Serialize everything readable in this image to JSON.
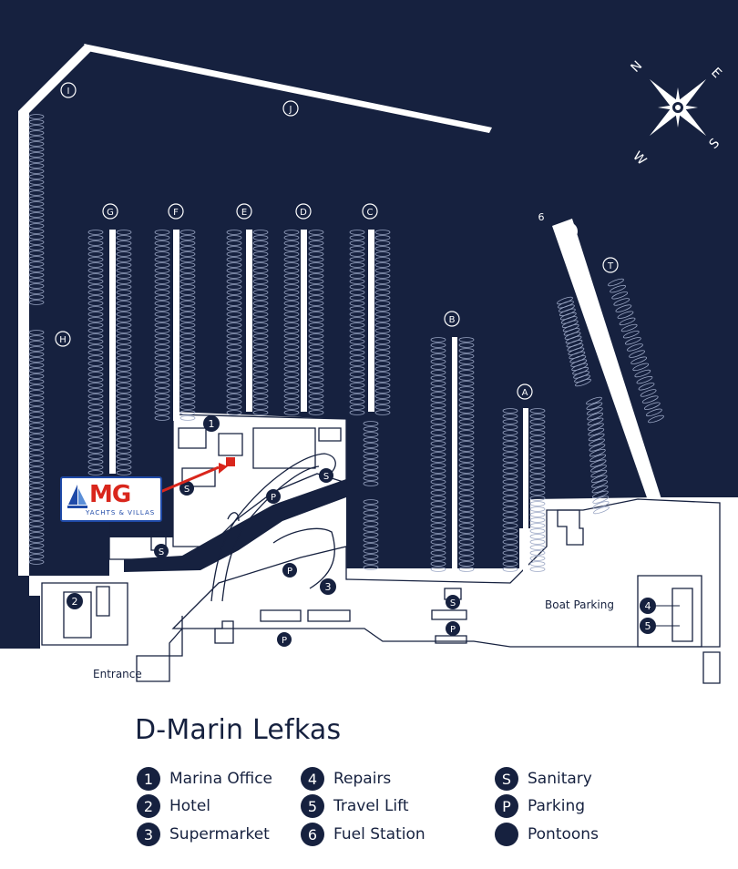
{
  "colors": {
    "water": "#16213f",
    "land": "#ffffff",
    "ink": "#16213f",
    "accent_red": "#d9261c",
    "logo_blue": "#1f4aa8"
  },
  "map": {
    "title": "D-Marin Lefkas",
    "compass": {
      "n": "N",
      "e": "E",
      "s": "S",
      "w": "W"
    },
    "pontoon_labels": [
      "I",
      "J",
      "G",
      "F",
      "E",
      "D",
      "C",
      "B",
      "A",
      "T",
      "H"
    ],
    "fuel_marker": "6",
    "place_labels": {
      "boat_parking": "Boat Parking",
      "entrance": "Entrance"
    },
    "markers": {
      "office": "1",
      "hotel": "2",
      "supermarket": "3",
      "repairs": "4",
      "travel_lift": "5",
      "sanitary": "S",
      "parking": "P"
    }
  },
  "logo": {
    "mark": "MG",
    "tagline": "YACHTS & VILLAS"
  },
  "legend": [
    {
      "symbol": "1",
      "label": "Marina Office"
    },
    {
      "symbol": "2",
      "label": "Hotel"
    },
    {
      "symbol": "3",
      "label": "Supermarket"
    },
    {
      "symbol": "4",
      "label": "Repairs"
    },
    {
      "symbol": "5",
      "label": "Travel Lift"
    },
    {
      "symbol": "6",
      "label": "Fuel Station"
    },
    {
      "symbol": "S",
      "label": "Sanitary"
    },
    {
      "symbol": "P",
      "label": "Parking"
    },
    {
      "symbol": "",
      "label": "Pontoons"
    }
  ]
}
